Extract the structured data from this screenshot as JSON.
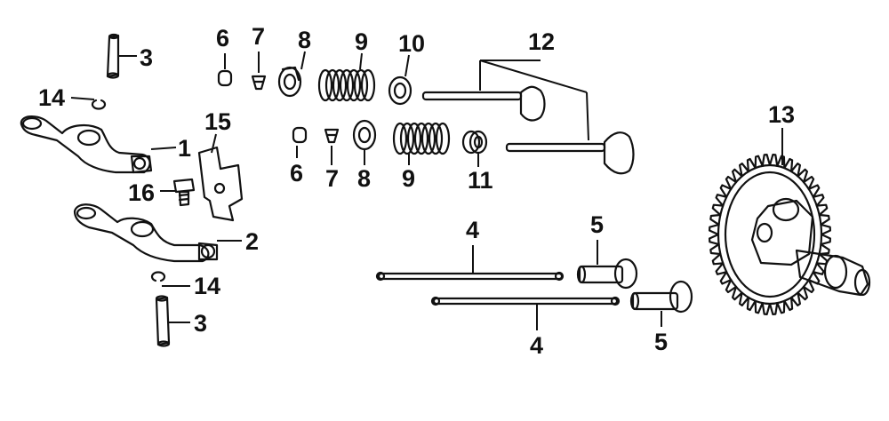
{
  "diagram": {
    "callouts": [
      {
        "id": "c3a",
        "text": "3"
      },
      {
        "id": "c14a",
        "text": "14"
      },
      {
        "id": "c1",
        "text": "1"
      },
      {
        "id": "c16",
        "text": "16"
      },
      {
        "id": "c15",
        "text": "15"
      },
      {
        "id": "c2",
        "text": "2"
      },
      {
        "id": "c14b",
        "text": "14"
      },
      {
        "id": "c3b",
        "text": "3"
      },
      {
        "id": "c6a",
        "text": "6"
      },
      {
        "id": "c7a",
        "text": "7"
      },
      {
        "id": "c8a",
        "text": "8"
      },
      {
        "id": "c9a",
        "text": "9"
      },
      {
        "id": "c10",
        "text": "10"
      },
      {
        "id": "c12",
        "text": "12"
      },
      {
        "id": "c6b",
        "text": "6"
      },
      {
        "id": "c7b",
        "text": "7"
      },
      {
        "id": "c8b",
        "text": "8"
      },
      {
        "id": "c9b",
        "text": "9"
      },
      {
        "id": "c11",
        "text": "11"
      },
      {
        "id": "c13",
        "text": "13"
      },
      {
        "id": "c4a",
        "text": "4"
      },
      {
        "id": "c5a",
        "text": "5"
      },
      {
        "id": "c4b",
        "text": "4"
      },
      {
        "id": "c5b",
        "text": "5"
      }
    ]
  }
}
